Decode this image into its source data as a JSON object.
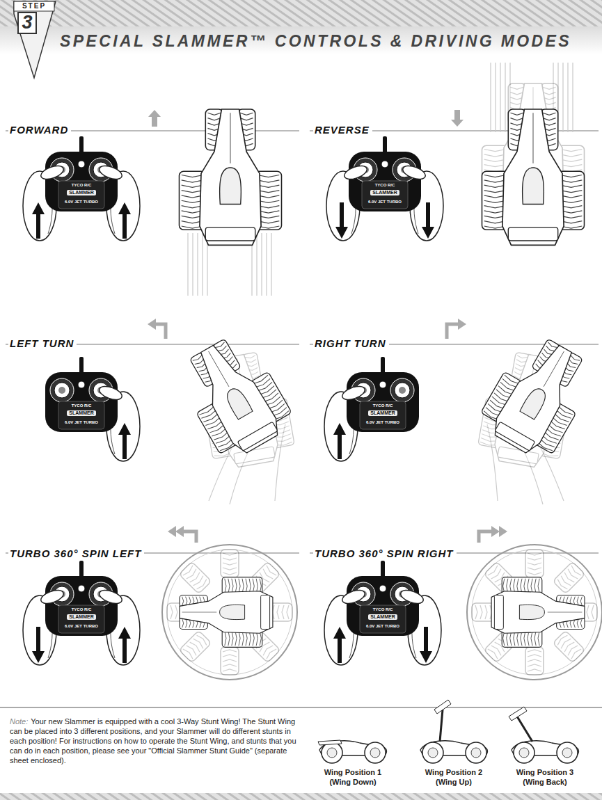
{
  "diagram": {
    "title": "SPECIAL SLAMMER™ CONTROLS & DRIVING MODES",
    "labels": [
      "STEP",
      "3",
      "FORWARD",
      "REVERSE",
      "LEFT TURN",
      "RIGHT TURN",
      "TURBO 360° SPIN LEFT",
      "TURBO 360° SPIN RIGHT",
      "TYCO R/C",
      "SLAMMER",
      "6.0V JET TURBO",
      "TYCO R/C",
      "SLAMMER",
      "6.0V JET TURBO",
      "TYCO R/C",
      "SLAMMER",
      "6.0V JET TURBO",
      "TYCO R/C",
      "SLAMMER",
      "6.0V JET TURBO",
      "TYCO R/C",
      "SLAMMER",
      "6.0V JET TURBO",
      "TYCO R/C",
      "SLAMMER",
      "6.0V JET TURBO",
      "Note:",
      "Your new Slammer is equipped with a cool 3-Way Stunt Wing! The Stunt Wing can be placed into 3 different positions, and your Slammer will do different stunts in each position! For instructions on how to operate the Stunt Wing, and stunts that you can do in each position, please see your \"Official Slammer Stunt Guide\" (separate sheet enclosed).",
      "Wing Position 1",
      "(Wing Down)",
      "Wing Position 2",
      "(Wing Up)",
      "Wing Position 3",
      "(Wing Back)"
    ]
  }
}
